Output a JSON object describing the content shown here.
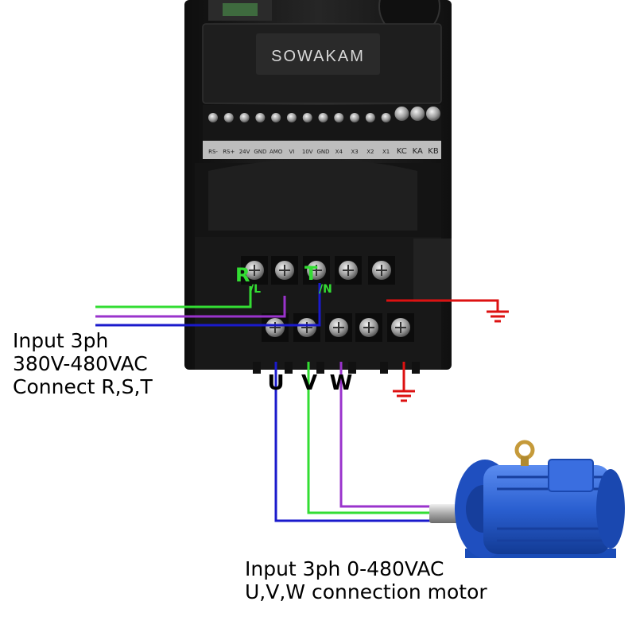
{
  "brand": "SOWAKAM",
  "terminal_top_labels": [
    "RS-",
    "RS+",
    "24V",
    "GND",
    "AMO",
    "VI",
    "10V",
    "GND",
    "X4",
    "X3",
    "X2",
    "X1",
    "KC",
    "KA",
    "KB"
  ],
  "power_labels": {
    "r_main": "R",
    "r_sub": "/L",
    "t_main": "T",
    "t_sub": "/N",
    "u": "U",
    "v": "V",
    "w": "W"
  },
  "input_text": {
    "line1": "Input 3ph",
    "line2": "380V-480VAC",
    "line3": "Connect R,S,T"
  },
  "motor_text": {
    "line1": "Input 3ph 0-480VAC",
    "line2": "U,V,W connection motor"
  },
  "colors": {
    "wire_green": "#33dd33",
    "wire_purple": "#9a33cc",
    "wire_blue": "#1a1acc",
    "wire_red": "#dd1111",
    "label_green": "#33dd33",
    "housing": "#1c1c1c",
    "motor_blue": "#2a5fd0"
  },
  "icons": [
    "ground-symbol-icon",
    "screw-terminal-icon",
    "motor-icon"
  ]
}
